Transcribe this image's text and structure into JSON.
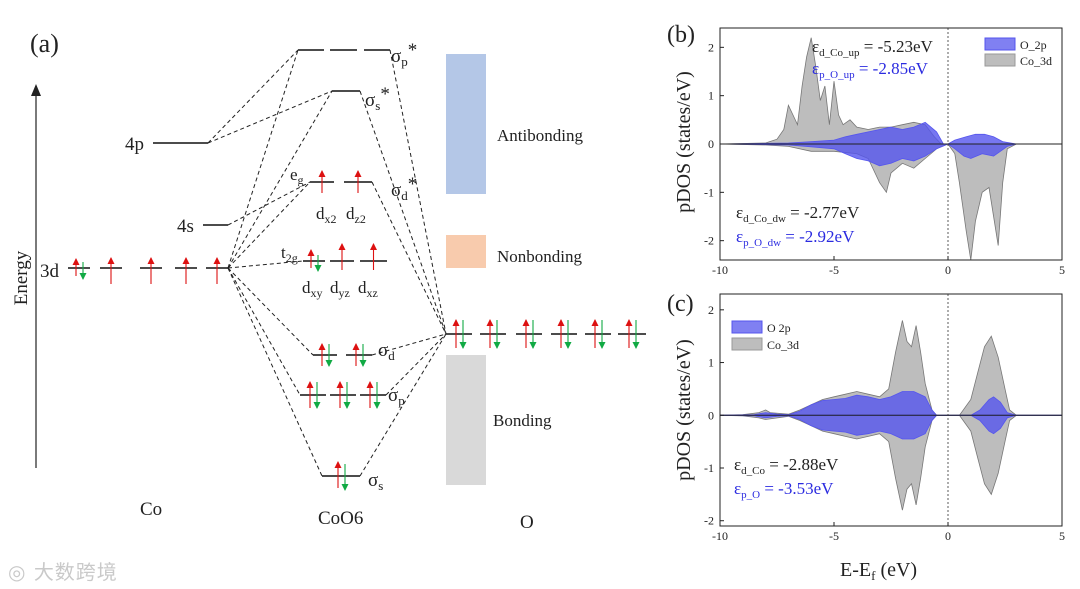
{
  "colors": {
    "o2p": "#5555ee",
    "co3d": "#bdbdbd",
    "spin_up": "#dd1111",
    "spin_down": "#11aa44",
    "antibonding": "#b4c7e7",
    "nonbonding": "#f8cbad",
    "bonding": "#d9d9d9",
    "blue_text": "#2b2be0"
  },
  "panel_a": {
    "label": "(a)",
    "energy_axis": "Energy",
    "co": {
      "title": "Co",
      "label_3d": "3d",
      "label_4s": "4s",
      "label_4p": "4p"
    },
    "complex": {
      "title": "CoO6",
      "sigma_p_star": "σp*",
      "sigma_s_star": "σs*",
      "sigma_d_star": "σd*",
      "eg": "eg",
      "t2g": "t2g",
      "dx2": "dx2",
      "dz2": "dz2",
      "dxy": "dxy",
      "dyz": "dyz",
      "dxz": "dxz",
      "sigma_d": "σd",
      "sigma_p": "σp",
      "sigma_s": "σs"
    },
    "o": {
      "title": "O"
    },
    "bands": {
      "antibonding": "Antibonding",
      "nonbonding": "Nonbonding",
      "bonding": "Bonding"
    }
  },
  "panel_b": {
    "label": "(b)",
    "ylabel": "pDOS (states/eV)",
    "legend": [
      "O_2p",
      "Co_3d"
    ],
    "eps_d_up": "εd_Co_up = -5.23eV",
    "eps_p_up": "εp_O_up = -2.85eV",
    "eps_d_dw": "εd_Co_dw = -2.77eV",
    "eps_p_dw": "εp_O_dw = -2.92eV"
  },
  "panel_c": {
    "label": "(c)",
    "ylabel": "pDOS (states/eV)",
    "xlabel": "E-Ef (eV)",
    "legend": [
      "O 2p",
      "Co_3d"
    ],
    "eps_d": "εd_Co = -2.88eV",
    "eps_p": "εp_O = -3.53eV"
  },
  "watermark": "大数跨境",
  "chart_data": [
    {
      "type": "area",
      "panel": "(b)",
      "xlabel": "",
      "ylabel": "pDOS (states/eV)",
      "xlim": [
        -10,
        5
      ],
      "ylim": [
        -2.4,
        2.4
      ],
      "xticks": [
        -10,
        -5,
        0,
        5
      ],
      "yticks": [
        -2,
        -1,
        0,
        1,
        2
      ],
      "legend_position": "top-right",
      "series": [
        {
          "name": "Co_3d",
          "color": "#bdbdbd",
          "up": [
            [
              -10,
              0
            ],
            [
              -8,
              0.02
            ],
            [
              -7.5,
              0.1
            ],
            [
              -7.2,
              0.3
            ],
            [
              -7,
              0.8
            ],
            [
              -6.8,
              0.6
            ],
            [
              -6.6,
              0.4
            ],
            [
              -6.4,
              1.2
            ],
            [
              -6.2,
              1.8
            ],
            [
              -6.0,
              2.2
            ],
            [
              -5.8,
              1.6
            ],
            [
              -5.6,
              0.9
            ],
            [
              -5.4,
              1.2
            ],
            [
              -5.2,
              0.4
            ],
            [
              -5.0,
              1.3
            ],
            [
              -4.8,
              0.6
            ],
            [
              -4.6,
              0.4
            ],
            [
              -4.3,
              0.5
            ],
            [
              -4.0,
              0.35
            ],
            [
              -3.5,
              0.3
            ],
            [
              -3.0,
              0.35
            ],
            [
              -2.5,
              0.35
            ],
            [
              -2.0,
              0.4
            ],
            [
              -1.5,
              0.45
            ],
            [
              -1.0,
              0.4
            ],
            [
              -0.6,
              0.15
            ],
            [
              -0.3,
              0
            ],
            [
              5,
              0
            ]
          ],
          "down": [
            [
              -10,
              0
            ],
            [
              -8,
              -0.02
            ],
            [
              -7,
              -0.05
            ],
            [
              -6,
              -0.15
            ],
            [
              -5,
              -0.15
            ],
            [
              -4,
              -0.2
            ],
            [
              -3.5,
              -0.3
            ],
            [
              -3.0,
              -0.8
            ],
            [
              -2.7,
              -1.0
            ],
            [
              -2.5,
              -0.6
            ],
            [
              -2.0,
              -0.4
            ],
            [
              -1.5,
              -0.5
            ],
            [
              -1.0,
              -0.3
            ],
            [
              -0.5,
              -0.1
            ],
            [
              0,
              0
            ],
            [
              0.3,
              -0.2
            ],
            [
              0.5,
              -0.8
            ],
            [
              0.8,
              -1.8
            ],
            [
              1.0,
              -2.4
            ],
            [
              1.2,
              -1.6
            ],
            [
              1.5,
              -1.0
            ],
            [
              1.8,
              -0.9
            ],
            [
              2.0,
              -1.5
            ],
            [
              2.2,
              -2.1
            ],
            [
              2.4,
              -0.8
            ],
            [
              2.6,
              -0.1
            ],
            [
              3,
              0
            ],
            [
              5,
              0
            ]
          ]
        },
        {
          "name": "O_2p",
          "color": "#5555ee",
          "up": [
            [
              -10,
              0
            ],
            [
              -7,
              0.02
            ],
            [
              -6,
              0.05
            ],
            [
              -5,
              0.08
            ],
            [
              -4.5,
              0.15
            ],
            [
              -4.0,
              0.2
            ],
            [
              -3.5,
              0.25
            ],
            [
              -3.0,
              0.3
            ],
            [
              -2.5,
              0.35
            ],
            [
              -2.0,
              0.3
            ],
            [
              -1.5,
              0.35
            ],
            [
              -1.0,
              0.45
            ],
            [
              -0.5,
              0.25
            ],
            [
              -0.2,
              0
            ],
            [
              0,
              0
            ],
            [
              0.3,
              0.08
            ],
            [
              0.8,
              0.15
            ],
            [
              1.2,
              0.2
            ],
            [
              1.6,
              0.2
            ],
            [
              2.0,
              0.15
            ],
            [
              2.4,
              0.05
            ],
            [
              3,
              0
            ],
            [
              5,
              0
            ]
          ],
          "down": [
            [
              -10,
              0
            ],
            [
              -7,
              -0.02
            ],
            [
              -6,
              -0.06
            ],
            [
              -5,
              -0.1
            ],
            [
              -4.5,
              -0.2
            ],
            [
              -4.0,
              -0.3
            ],
            [
              -3.5,
              -0.35
            ],
            [
              -3.0,
              -0.45
            ],
            [
              -2.5,
              -0.4
            ],
            [
              -2.0,
              -0.3
            ],
            [
              -1.5,
              -0.35
            ],
            [
              -1.0,
              -0.25
            ],
            [
              -0.5,
              -0.1
            ],
            [
              0,
              0
            ],
            [
              0.3,
              -0.1
            ],
            [
              0.7,
              -0.25
            ],
            [
              1.0,
              -0.3
            ],
            [
              1.5,
              -0.2
            ],
            [
              2.0,
              -0.25
            ],
            [
              2.3,
              -0.15
            ],
            [
              2.6,
              -0.05
            ],
            [
              3,
              0
            ],
            [
              5,
              0
            ]
          ]
        }
      ]
    },
    {
      "type": "area",
      "panel": "(c)",
      "xlabel": "E-Ef (eV)",
      "ylabel": "pDOS (states/eV)",
      "xlim": [
        -10,
        5
      ],
      "ylim": [
        -2.1,
        2.3
      ],
      "xticks": [
        -10,
        -5,
        0,
        5
      ],
      "yticks": [
        -2,
        -1,
        0,
        1,
        2
      ],
      "legend_position": "top-left",
      "series": [
        {
          "name": "Co_3d",
          "color": "#bdbdbd",
          "up": [
            [
              -10,
              0
            ],
            [
              -9,
              0.01
            ],
            [
              -8.3,
              0.05
            ],
            [
              -8.0,
              0.1
            ],
            [
              -7.8,
              0.05
            ],
            [
              -7.0,
              0.02
            ],
            [
              -6.5,
              0.1
            ],
            [
              -6.0,
              0.2
            ],
            [
              -5.5,
              0.3
            ],
            [
              -5.0,
              0.35
            ],
            [
              -4.5,
              0.4
            ],
            [
              -4.0,
              0.45
            ],
            [
              -3.5,
              0.4
            ],
            [
              -3.0,
              0.35
            ],
            [
              -2.6,
              0.5
            ],
            [
              -2.3,
              1.2
            ],
            [
              -2.0,
              1.8
            ],
            [
              -1.8,
              1.4
            ],
            [
              -1.6,
              1.3
            ],
            [
              -1.4,
              1.7
            ],
            [
              -1.2,
              1.2
            ],
            [
              -1.0,
              0.6
            ],
            [
              -0.7,
              0.1
            ],
            [
              -0.5,
              0
            ],
            [
              0.5,
              0
            ],
            [
              1.0,
              0.3
            ],
            [
              1.3,
              0.8
            ],
            [
              1.6,
              1.3
            ],
            [
              1.9,
              1.5
            ],
            [
              2.2,
              1.1
            ],
            [
              2.5,
              0.5
            ],
            [
              2.7,
              0.1
            ],
            [
              3,
              0
            ],
            [
              5,
              0
            ]
          ],
          "down": [
            [
              -10,
              0
            ],
            [
              -9,
              -0.01
            ],
            [
              -8.3,
              -0.05
            ],
            [
              -8.0,
              -0.08
            ],
            [
              -7.0,
              -0.02
            ],
            [
              -6.5,
              -0.1
            ],
            [
              -6.0,
              -0.2
            ],
            [
              -5.5,
              -0.3
            ],
            [
              -5.0,
              -0.35
            ],
            [
              -4.5,
              -0.4
            ],
            [
              -4.0,
              -0.45
            ],
            [
              -3.5,
              -0.4
            ],
            [
              -3.0,
              -0.35
            ],
            [
              -2.6,
              -0.5
            ],
            [
              -2.3,
              -1.2
            ],
            [
              -2.0,
              -1.8
            ],
            [
              -1.8,
              -1.4
            ],
            [
              -1.6,
              -1.3
            ],
            [
              -1.4,
              -1.7
            ],
            [
              -1.2,
              -1.2
            ],
            [
              -1.0,
              -0.6
            ],
            [
              -0.7,
              -0.1
            ],
            [
              -0.5,
              0
            ],
            [
              0.5,
              0
            ],
            [
              1.0,
              -0.3
            ],
            [
              1.3,
              -0.8
            ],
            [
              1.6,
              -1.3
            ],
            [
              1.9,
              -1.5
            ],
            [
              2.2,
              -1.1
            ],
            [
              2.5,
              -0.5
            ],
            [
              2.7,
              -0.1
            ],
            [
              3,
              0
            ],
            [
              5,
              0
            ]
          ]
        },
        {
          "name": "O 2p",
          "color": "#5555ee",
          "up": [
            [
              -10,
              0
            ],
            [
              -8.5,
              0.01
            ],
            [
              -8.0,
              0.05
            ],
            [
              -7.5,
              0.02
            ],
            [
              -7.0,
              0.01
            ],
            [
              -6.5,
              0.08
            ],
            [
              -6.0,
              0.2
            ],
            [
              -5.5,
              0.28
            ],
            [
              -5.0,
              0.3
            ],
            [
              -4.5,
              0.32
            ],
            [
              -4.0,
              0.38
            ],
            [
              -3.5,
              0.35
            ],
            [
              -3.0,
              0.3
            ],
            [
              -2.5,
              0.35
            ],
            [
              -2.0,
              0.45
            ],
            [
              -1.5,
              0.45
            ],
            [
              -1.0,
              0.35
            ],
            [
              -0.7,
              0.1
            ],
            [
              -0.5,
              0
            ],
            [
              1.0,
              0
            ],
            [
              1.4,
              0.1
            ],
            [
              1.8,
              0.3
            ],
            [
              2.0,
              0.35
            ],
            [
              2.3,
              0.25
            ],
            [
              2.6,
              0.05
            ],
            [
              3,
              0
            ],
            [
              5,
              0
            ]
          ],
          "down": [
            [
              -10,
              0
            ],
            [
              -8.5,
              -0.01
            ],
            [
              -8.0,
              -0.05
            ],
            [
              -7.5,
              -0.02
            ],
            [
              -7.0,
              -0.01
            ],
            [
              -6.5,
              -0.08
            ],
            [
              -6.0,
              -0.2
            ],
            [
              -5.5,
              -0.28
            ],
            [
              -5.0,
              -0.3
            ],
            [
              -4.5,
              -0.32
            ],
            [
              -4.0,
              -0.38
            ],
            [
              -3.5,
              -0.35
            ],
            [
              -3.0,
              -0.3
            ],
            [
              -2.5,
              -0.35
            ],
            [
              -2.0,
              -0.45
            ],
            [
              -1.5,
              -0.45
            ],
            [
              -1.0,
              -0.35
            ],
            [
              -0.7,
              -0.1
            ],
            [
              -0.5,
              0
            ],
            [
              1.0,
              0
            ],
            [
              1.4,
              -0.1
            ],
            [
              1.8,
              -0.3
            ],
            [
              2.0,
              -0.35
            ],
            [
              2.3,
              -0.25
            ],
            [
              2.6,
              -0.05
            ],
            [
              3,
              0
            ],
            [
              5,
              0
            ]
          ]
        }
      ]
    }
  ]
}
